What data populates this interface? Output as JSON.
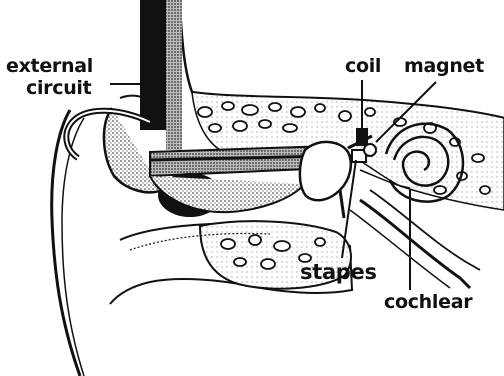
{
  "labels": {
    "external": "external",
    "circuit": "circuit",
    "coil": "coil",
    "magnet": "magnet",
    "stapes": "stapes",
    "cochlear": "cochlear"
  },
  "colors": {
    "ink": "#111111",
    "stipple": "#9a9a9a",
    "background": "#ffffff"
  }
}
